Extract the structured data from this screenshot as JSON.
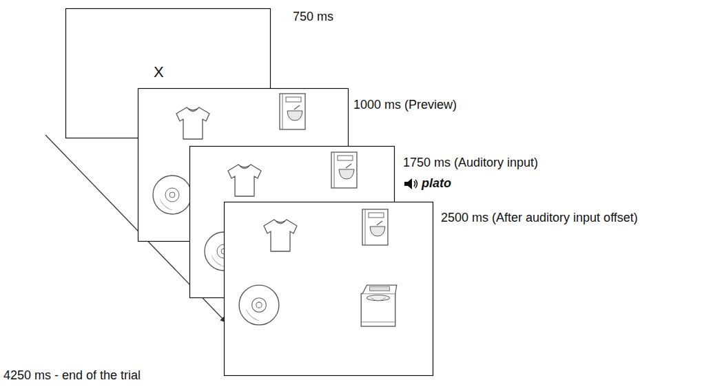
{
  "diagram": {
    "nodes": [
      {
        "text": [
          "X"
        ]
      }
    ],
    "labels": [
      "750 ms",
      "1000 ms (Preview)",
      "1750 ms (Auditory input)",
      "plato",
      "2500 ms (After auditory input offset)",
      "4250 ms - end of the trial"
    ]
  }
}
